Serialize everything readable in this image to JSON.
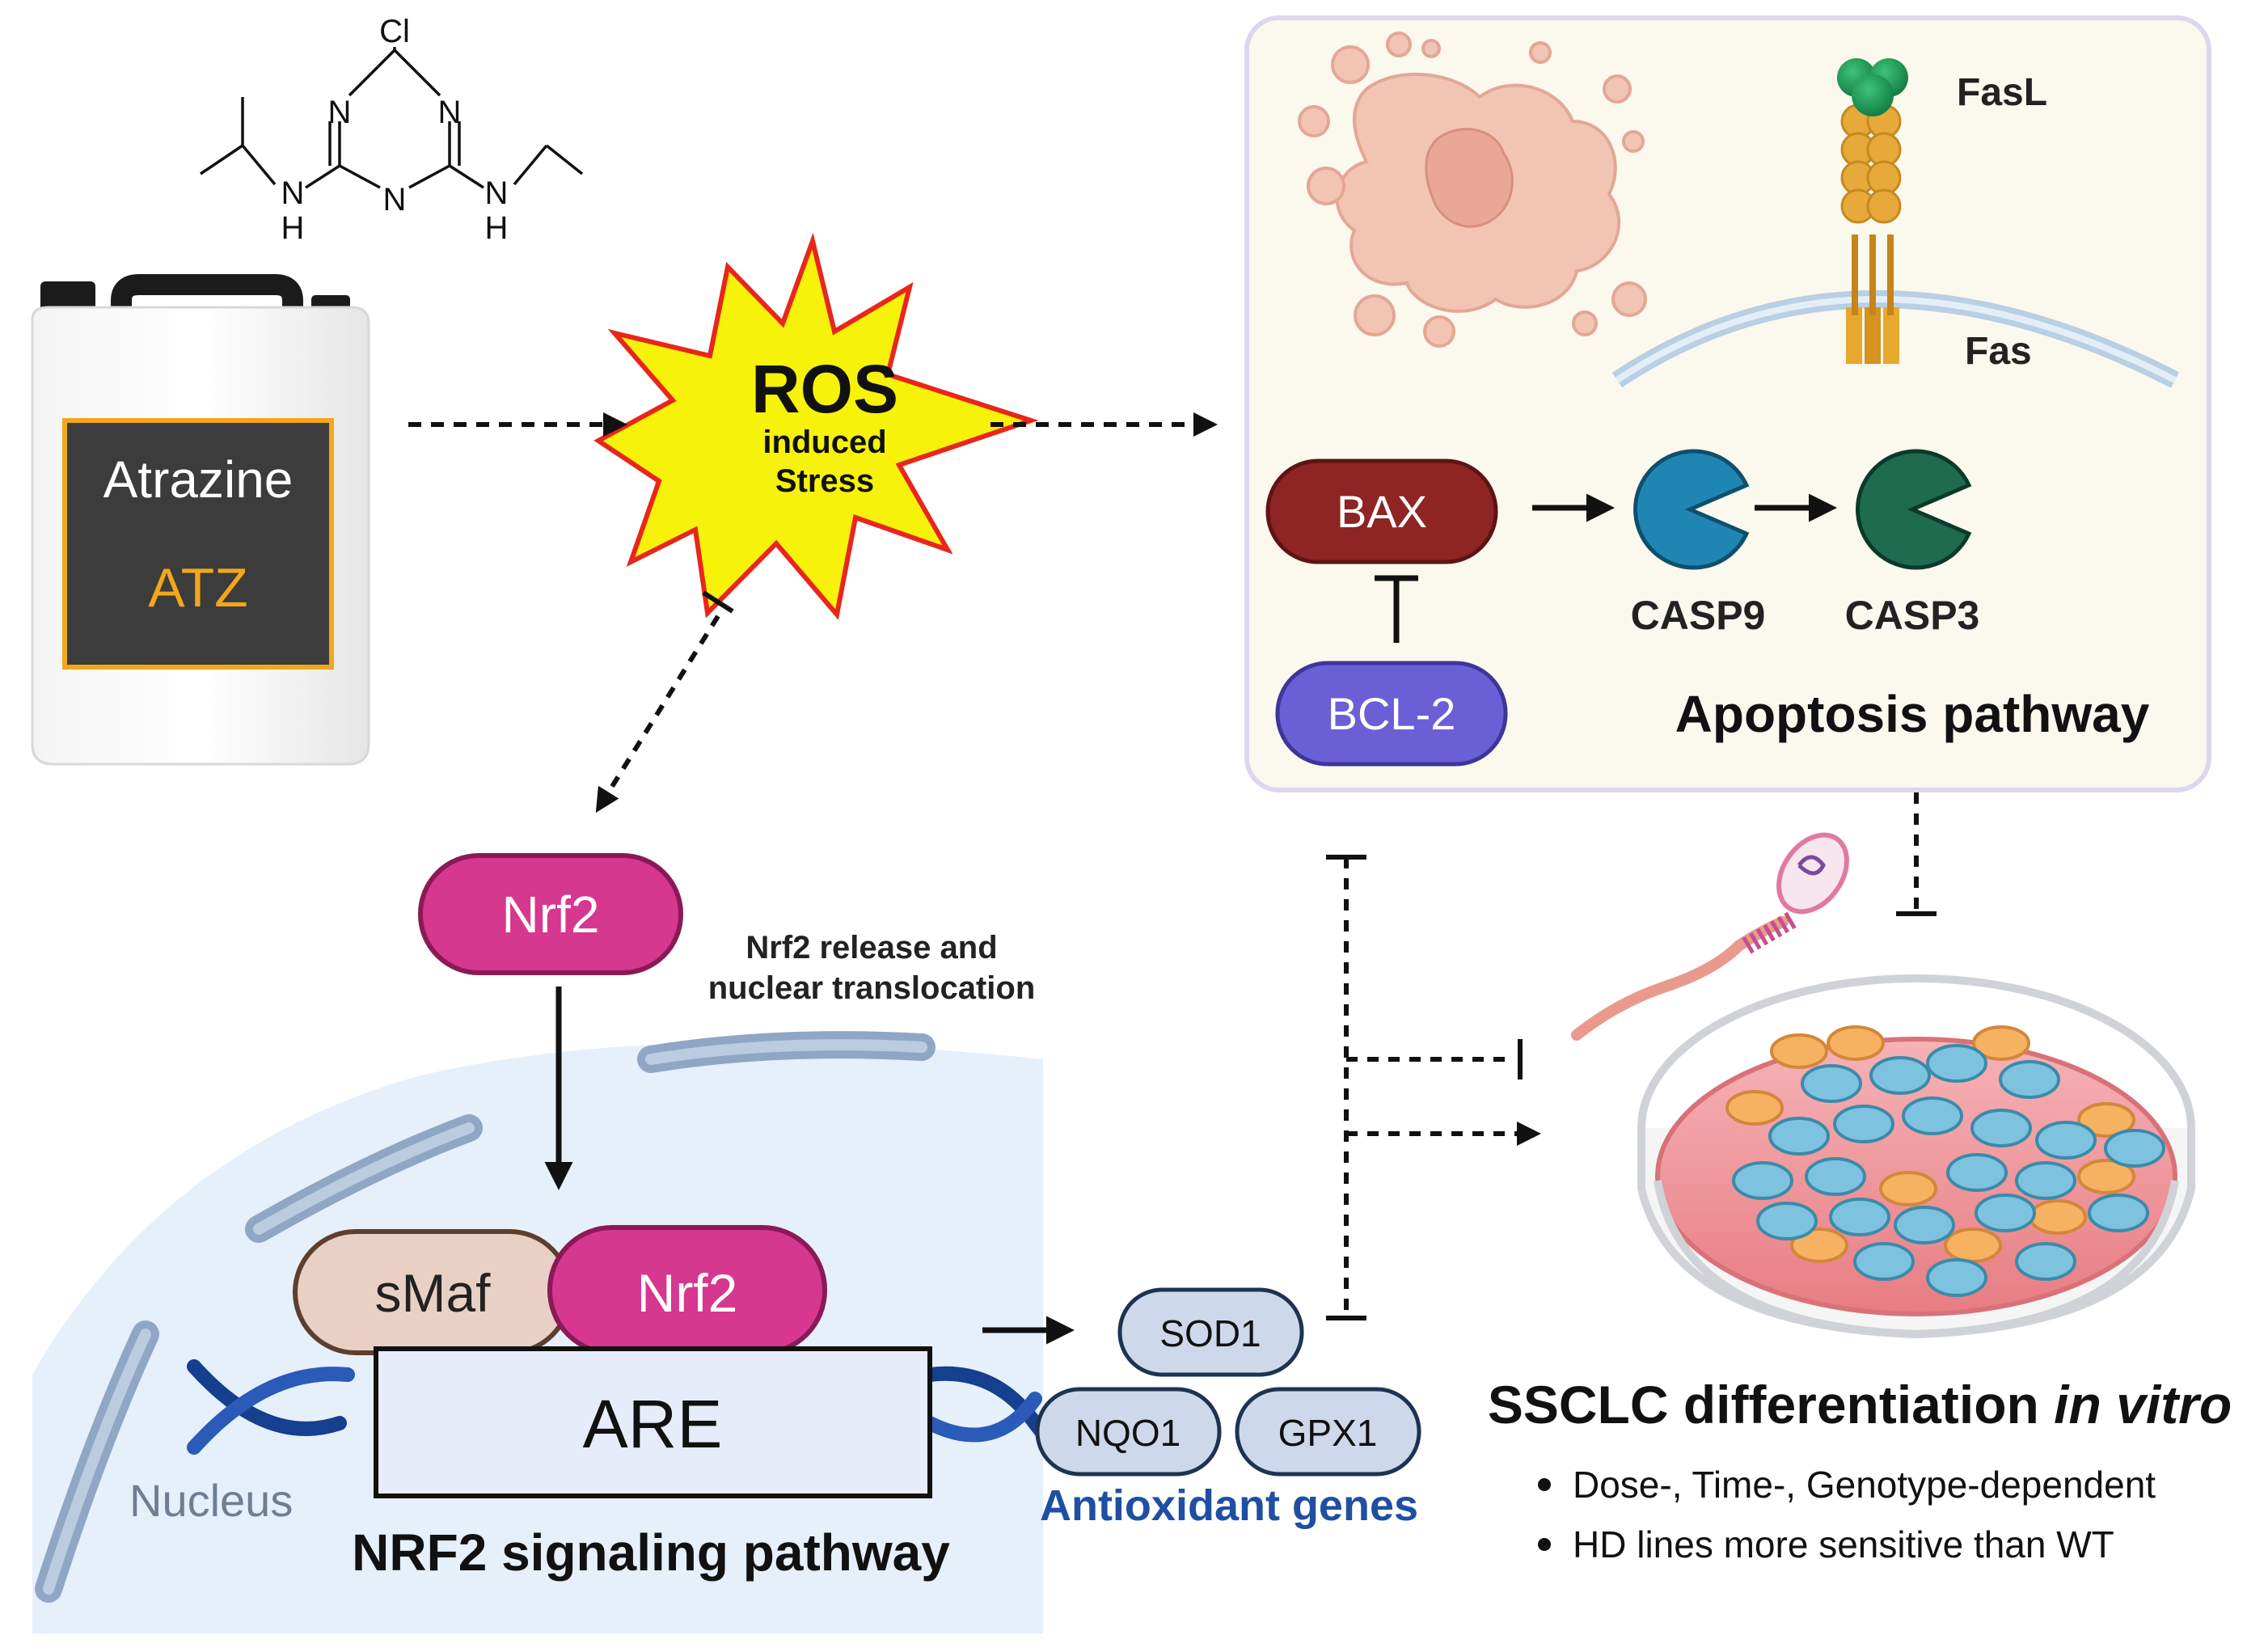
{
  "molecule": {
    "atoms": {
      "cl": "Cl",
      "n_top_left": "N",
      "n_top_right": "N",
      "n_bottom": "N",
      "nh_left_n": "N",
      "nh_left_h": "H",
      "nh_right_n": "N",
      "nh_right_h": "H"
    }
  },
  "canister": {
    "name": "Atrazine",
    "abbr": "ATZ"
  },
  "ros": {
    "title": "ROS",
    "line1": "induced",
    "line2": "Stress"
  },
  "nrf2_free": {
    "label": "Nrf2"
  },
  "release_note": {
    "line1": "Nrf2 release and",
    "line2": "nuclear translocation"
  },
  "nucleus": {
    "label": "Nucleus",
    "smaf": "sMaf",
    "nrf2": "Nrf2",
    "are": "ARE",
    "pathway_title": "NRF2 signaling pathway"
  },
  "antioxidants": {
    "sod1": "SOD1",
    "nqo1": "NQO1",
    "gpx1": "GPX1",
    "title": "Antioxidant genes"
  },
  "apoptosis": {
    "fasl": "FasL",
    "fas": "Fas",
    "bax": "BAX",
    "bcl2": "BCL-2",
    "casp9": "CASP9",
    "casp3": "CASP3",
    "title": "Apoptosis pathway"
  },
  "sslc": {
    "title_main": "SSCLC differentiation ",
    "title_italic": "in vitro",
    "bullets": [
      "Dose-, Time-, Genotype-dependent",
      "HD lines more sensitive than WT"
    ]
  },
  "colors": {
    "nrf2": "#d6378f",
    "smaf": "#e8d0c4",
    "bax": "#8e2424",
    "bcl2": "#6b5fd6",
    "casp9": "#1f86b4",
    "casp3": "#1e6b50",
    "antioxidant_pill": "#cdd8ea",
    "antioxidant_text": "#1f4fa3",
    "nucleus_fill": "#e6f0fa",
    "ros_fill": "#f6f20a",
    "ros_stroke": "#e8261a",
    "atz_text": "#f3a71c",
    "panel_fill": "#fbf8ee",
    "panel_stroke": "#ddd6ef"
  }
}
